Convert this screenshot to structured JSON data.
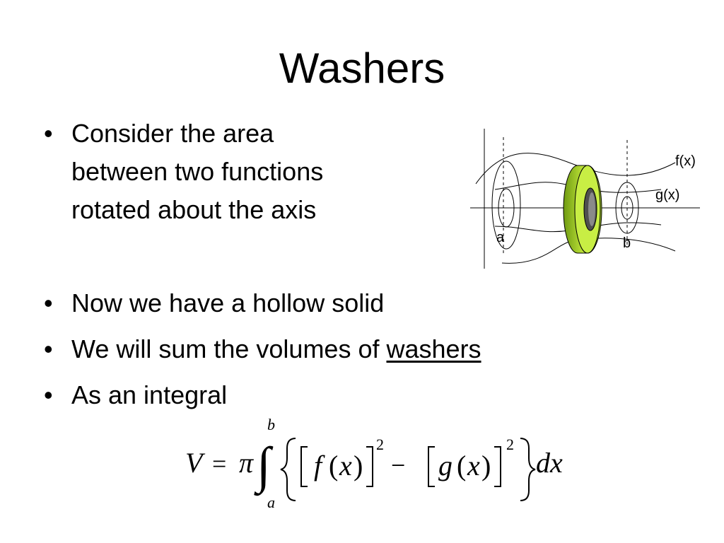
{
  "slide": {
    "title": "Washers",
    "bullets": [
      {
        "mark": "•",
        "text": "Consider the area\nbetween two functions\nrotated about the axis"
      },
      {
        "mark": "•",
        "text": "Now we have a hollow solid"
      },
      {
        "mark": "•",
        "text_before": "We will sum the volumes of ",
        "text_underlined": "washers"
      },
      {
        "mark": "•",
        "text": "As an integral"
      }
    ]
  },
  "diagram": {
    "labels": {
      "f": "f(x)",
      "g": "g(x)",
      "a": "a",
      "b": "b"
    },
    "colors": {
      "washer_light": "#b8e02e",
      "washer_dark": "#5e8a10",
      "hole": "#6f6f6f"
    }
  },
  "formula": {
    "lhs": "V",
    "equals": "=",
    "pi": "π",
    "integral": "∫",
    "upper_limit": "b",
    "lower_limit": "a",
    "f": "f",
    "g": "g",
    "x": "x",
    "exponent": "2",
    "minus": "−",
    "dx": "dx"
  }
}
